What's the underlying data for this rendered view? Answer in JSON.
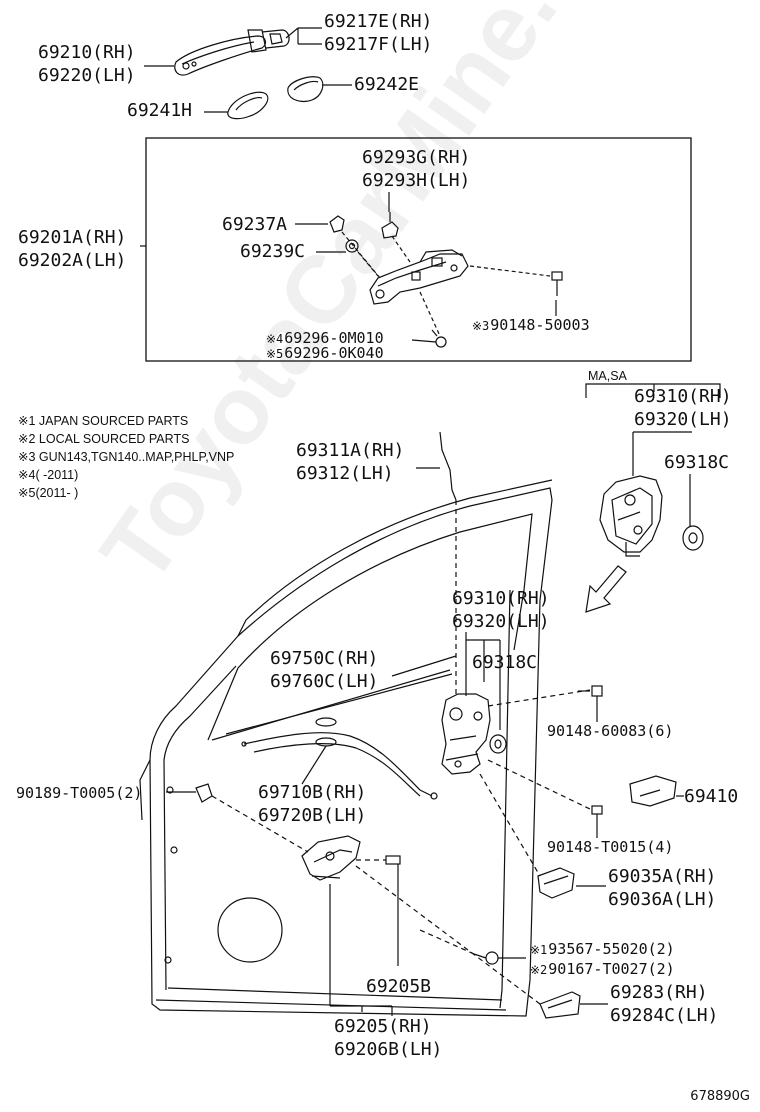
{
  "colors": {
    "ink": "#111111",
    "watermark": "#000000"
  },
  "watermark": "ToyotaCarMine.ru",
  "figure_code": "678890G",
  "variant_label": "MA,SA",
  "notes": [
    {
      "mark": "※1",
      "text": "JAPAN SOURCED PARTS"
    },
    {
      "mark": "※2",
      "text": "LOCAL SOURCED PARTS"
    },
    {
      "mark": "※3",
      "text": "GUN143,TGN140..MAP,PHLP,VNP"
    },
    {
      "mark": "※4",
      "text": "(       -2011)"
    },
    {
      "mark": "※5",
      "text": "(2011-       )"
    }
  ],
  "labels": {
    "handle_cover_rh": "69217E(RH)",
    "handle_cover_lh": "69217F(LH)",
    "outside_handle_rh": "69210(RH)",
    "outside_handle_lh": "69220(LH)",
    "pad_69242e": "69242E",
    "pad_69241h": "69241H",
    "frame_rh": "69201A(RH)",
    "frame_lh": "69202A(LH)",
    "bracket_rh": "69293G(RH)",
    "bracket_lh": "69293H(LH)",
    "part_69237a": "69237A",
    "part_69239c": "69239C",
    "screw_90148_50003": "90148-50003",
    "screw_90148_50003_mark": "※3",
    "part_69296_0m010": "69296-0M010",
    "part_69296_0m010_mark": "※4",
    "part_69296_0k040": "69296-0K040",
    "part_69296_0k040_mark": "※5",
    "lock_top_rh": "69310(RH)",
    "lock_top_lh": "69320(LH)",
    "seal_top": "69318C",
    "rod_rh": "69311A(RH)",
    "rod_lh": "69312(LH)",
    "lock_mid_rh": "69310(RH)",
    "lock_mid_lh": "69320(LH)",
    "seal_mid": "69318C",
    "cable_rh": "69750C(RH)",
    "cable_lh": "69760C(LH)",
    "screw_90148_60083": "90148-60083(6)",
    "cable2_rh": "69710B(RH)",
    "cable2_lh": "69720B(LH)",
    "clip_90189": "90189-T0005(2)",
    "striker": "69410",
    "screw_90148_t0015": "90148-T0015(4)",
    "cover_rh": "69035A(RH)",
    "cover_lh": "69036A(LH)",
    "screw_93567": "93567-55020(2)",
    "screw_93567_mark": "※1",
    "screw_90167": "90167-T0027(2)",
    "screw_90167_mark": "※2",
    "part_69205b_single": "69205B",
    "bezel_rh": "69283(RH)",
    "bezel_lh": "69284C(LH)",
    "inside_handle_rh": "69205(RH)",
    "inside_handle_lh": "69206B(LH)"
  }
}
